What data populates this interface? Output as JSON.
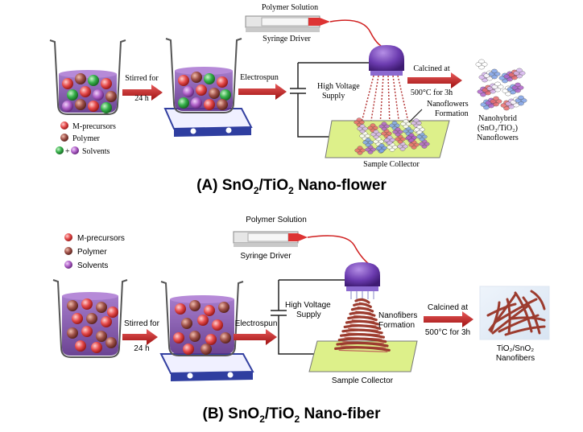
{
  "panel_a": {
    "polymer_solution": "Polymer Solution",
    "syringe_driver": "Syringe Driver",
    "stirred_line1": "Stirred for",
    "stirred_line2": "24 h",
    "electrospun": "Electrospun",
    "hv_line1": "High Voltage",
    "hv_line2": "Supply",
    "calcined_line1": "Calcined at",
    "calcined_line2": "500°C for 3h",
    "formation_line1": "Nanoflowers",
    "formation_line2": "Formation",
    "sample_collector": "Sample Collector",
    "product_line1": "Nanohybrid",
    "product_line2": "(SnO₂/TiO₂)",
    "product_line3": "Nanoflowers",
    "legend": {
      "item1": "M-precursors",
      "item2": "Polymer",
      "item3_sep": "+",
      "item3": "Solvents"
    },
    "caption": {
      "main": "(A) SnO",
      "s1": "2",
      "mid": "/TiO",
      "s2": "2",
      "end": " Nano-flower"
    }
  },
  "panel_b": {
    "polymer_solution": "Polymer Solution",
    "syringe_driver": "Syringe Driver",
    "stirred_line1": "Stirred for",
    "stirred_line2": "24 h",
    "electrospun": "Electrospun",
    "hv_line1": "High Voltage",
    "hv_line2": "Supply",
    "calcined_line1": "Calcined at",
    "calcined_line2": "500°C for 3h",
    "formation_line1": "Nanofibers",
    "formation_line2": "Formation",
    "sample_collector": "Sample Collector",
    "product_line1": "TiO₂/SnO₂",
    "product_line2": "Nanofibers",
    "legend": {
      "item1": "M-precursors",
      "item2": "Polymer",
      "item3": "Solvents"
    },
    "caption": {
      "main": "(B) SnO",
      "s1": "2",
      "mid": "/TiO",
      "s2": "2",
      "end": " Nano-fiber"
    }
  },
  "colors": {
    "arrow_red": "#c81e1e",
    "liquid_purple": "#7b4aa6",
    "collector_green": "#ddf08a",
    "m_precursor": "#e64b4b",
    "polymer": "#a0524a",
    "solvent_green": "#35b04a",
    "solvent_purple": "#b061c9",
    "fiber_brown": "#9c3b2e"
  },
  "icons": [
    "beaker-icon",
    "hotplate-stirrer-icon",
    "syringe-icon",
    "spinneret-icon"
  ]
}
